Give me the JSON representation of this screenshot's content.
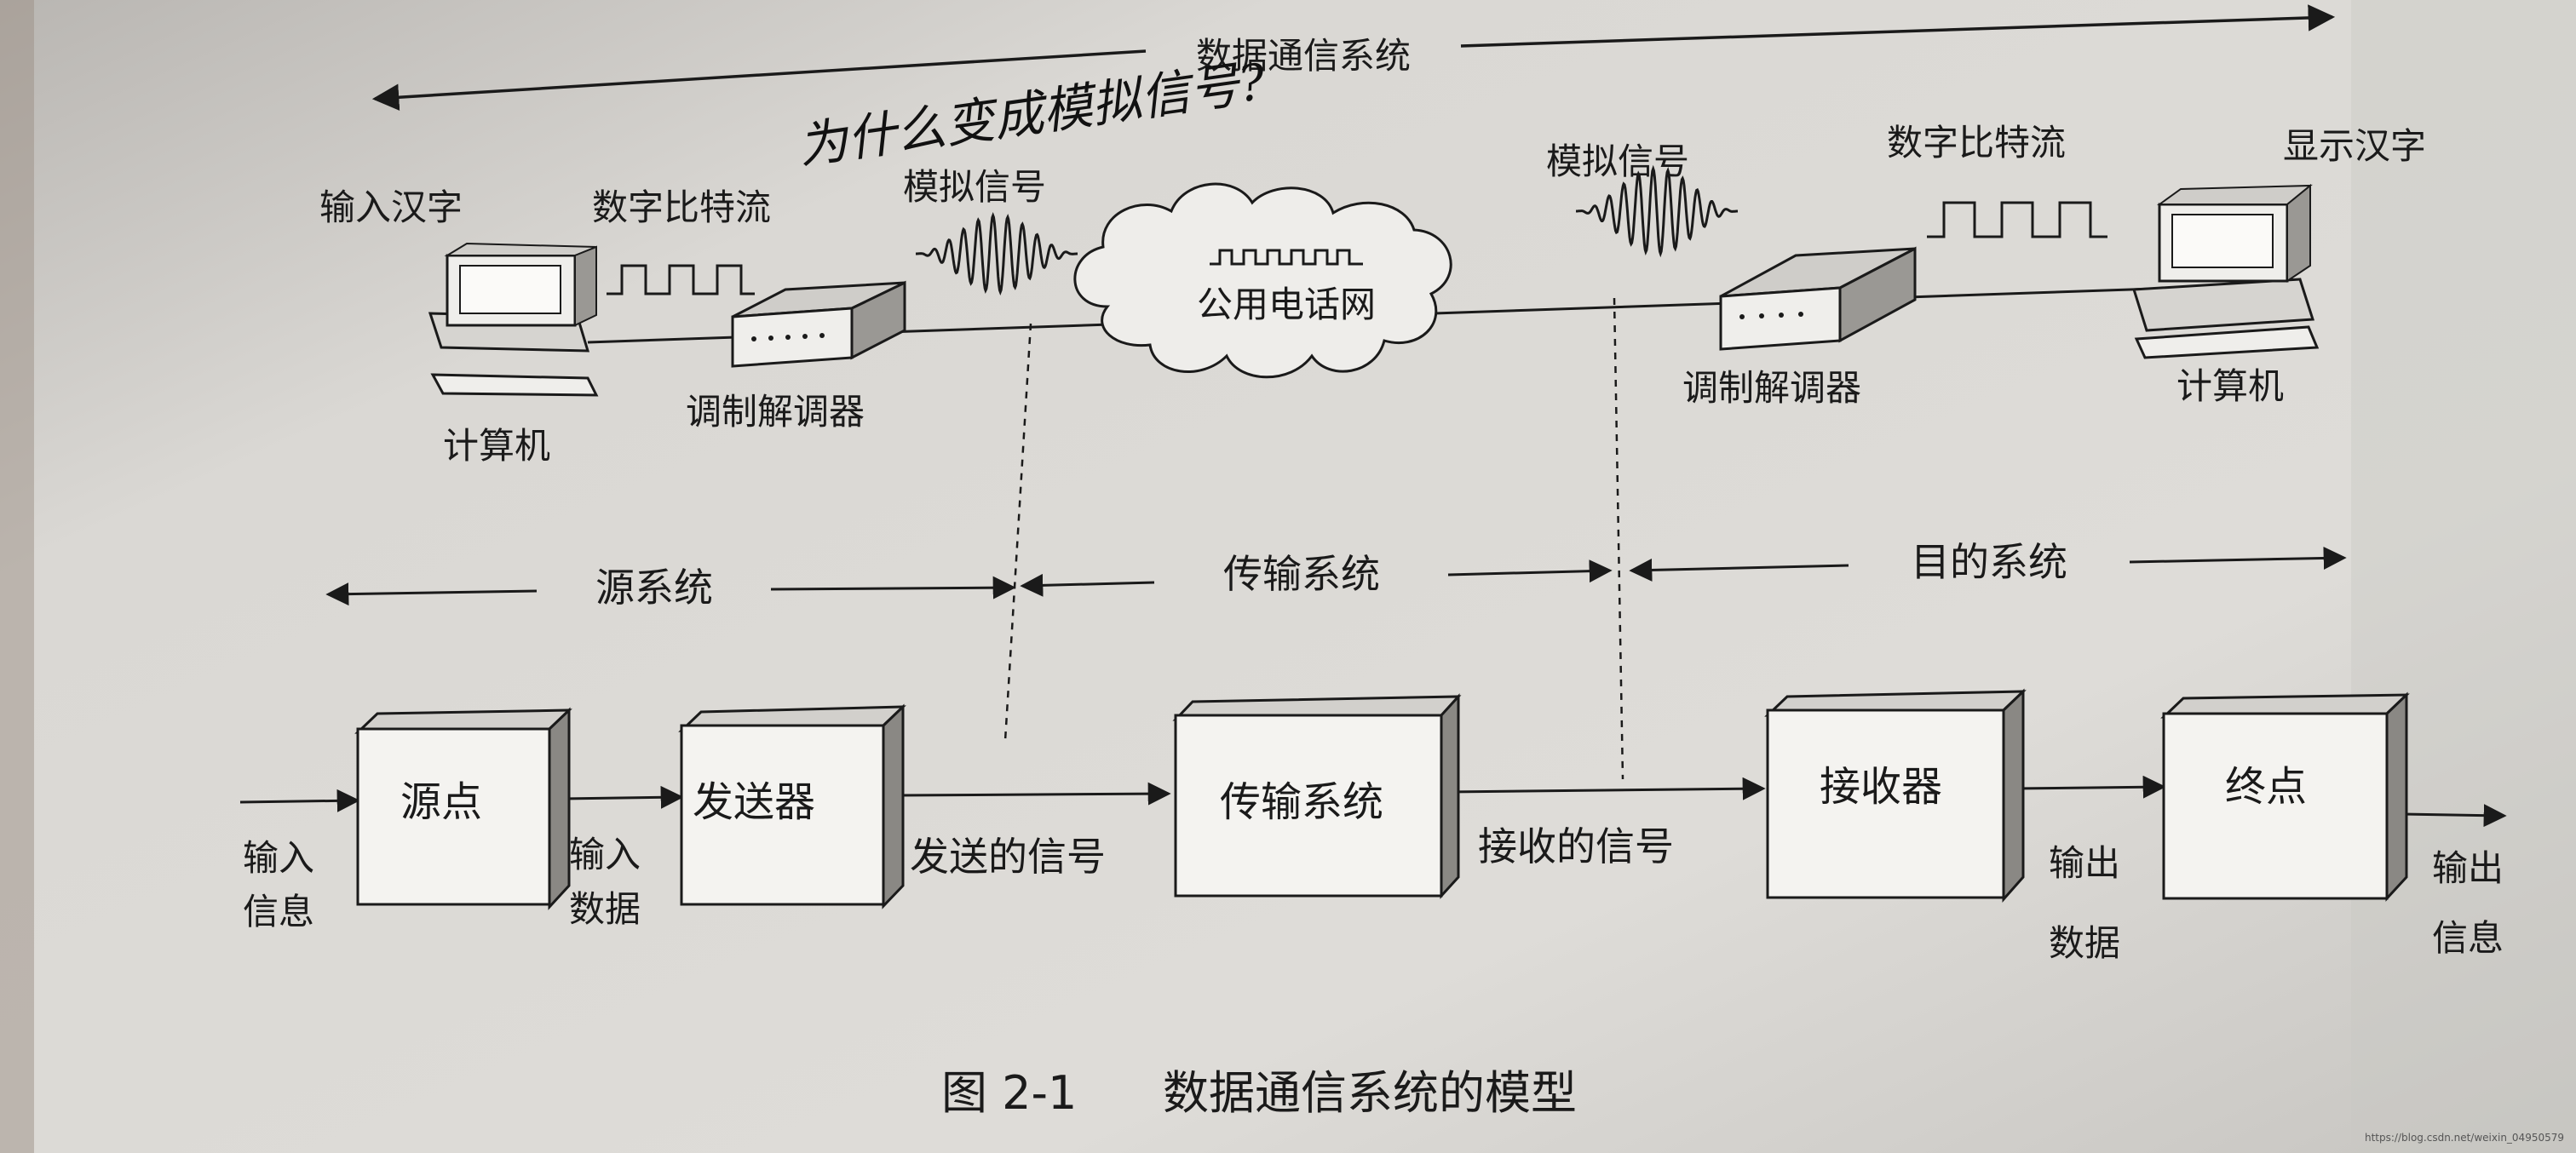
{
  "top_span": {
    "label": "数据通信系统"
  },
  "handwritten_note": "为什么变成模拟信号?",
  "source_side": {
    "input_label": "输入汉字",
    "bitstream_label": "数字比特流",
    "analog_label": "模拟信号",
    "computer_label": "计算机",
    "modem_label": "调制解调器"
  },
  "network": {
    "label": "公用电话网"
  },
  "dest_side": {
    "analog_label": "模拟信号",
    "bitstream_label": "数字比特流",
    "output_label": "显示汉字",
    "modem_label": "调制解调器",
    "computer_label": "计算机"
  },
  "sections": {
    "source": "源系统",
    "transmission": "传输系统",
    "destination": "目的系统"
  },
  "blocks": [
    {
      "id": "source",
      "label": "源点"
    },
    {
      "id": "transmitter",
      "label": "发送器"
    },
    {
      "id": "transmission",
      "label": "传输系统"
    },
    {
      "id": "receiver",
      "label": "接收器"
    },
    {
      "id": "destination",
      "label": "终点"
    }
  ],
  "flow_labels": {
    "input_info": [
      "输入",
      "信息"
    ],
    "input_data": [
      "输入",
      "数据"
    ],
    "sent_signal": "发送的信号",
    "received_signal": "接收的信号",
    "output_data": [
      "输出",
      "数据"
    ],
    "output_info": [
      "输出",
      "信息"
    ]
  },
  "caption": {
    "figure_number": "图 2-1",
    "title": "数据通信系统的模型"
  },
  "watermark": "https://blog.csdn.net/weixin_04950579",
  "colors": {
    "paper": "#dcdad6",
    "ink": "#1a1a1a",
    "box_face": "#f4f3f0",
    "box_side": "#8a8884",
    "box_top": "#d2d0cc"
  }
}
